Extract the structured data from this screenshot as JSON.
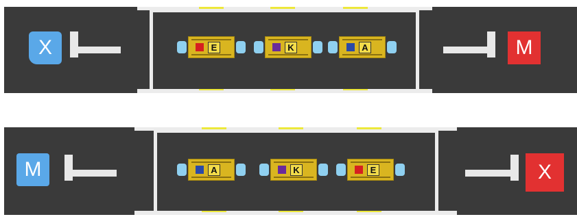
{
  "top_scene": {
    "left_target": "X",
    "right_target": "M",
    "robots": [
      {
        "letter": "E",
        "square_color": "#d62020"
      },
      {
        "letter": "K",
        "square_color": "#6a2a9a"
      },
      {
        "letter": "A",
        "square_color": "#2a4aa8"
      }
    ]
  },
  "bottom_scene": {
    "left_target": "M",
    "right_target": "X",
    "robots": [
      {
        "letter": "A",
        "square_color": "#2a4aa8"
      },
      {
        "letter": "K",
        "square_color": "#6a2a9a"
      },
      {
        "letter": "E",
        "square_color": "#d62020"
      }
    ]
  },
  "colors": {
    "floor": "#3a3a3a",
    "blue_target": "#5aa8e8",
    "red_target": "#e23131",
    "robot_body": "#d9b520",
    "lane_marker": "#ede83a"
  }
}
